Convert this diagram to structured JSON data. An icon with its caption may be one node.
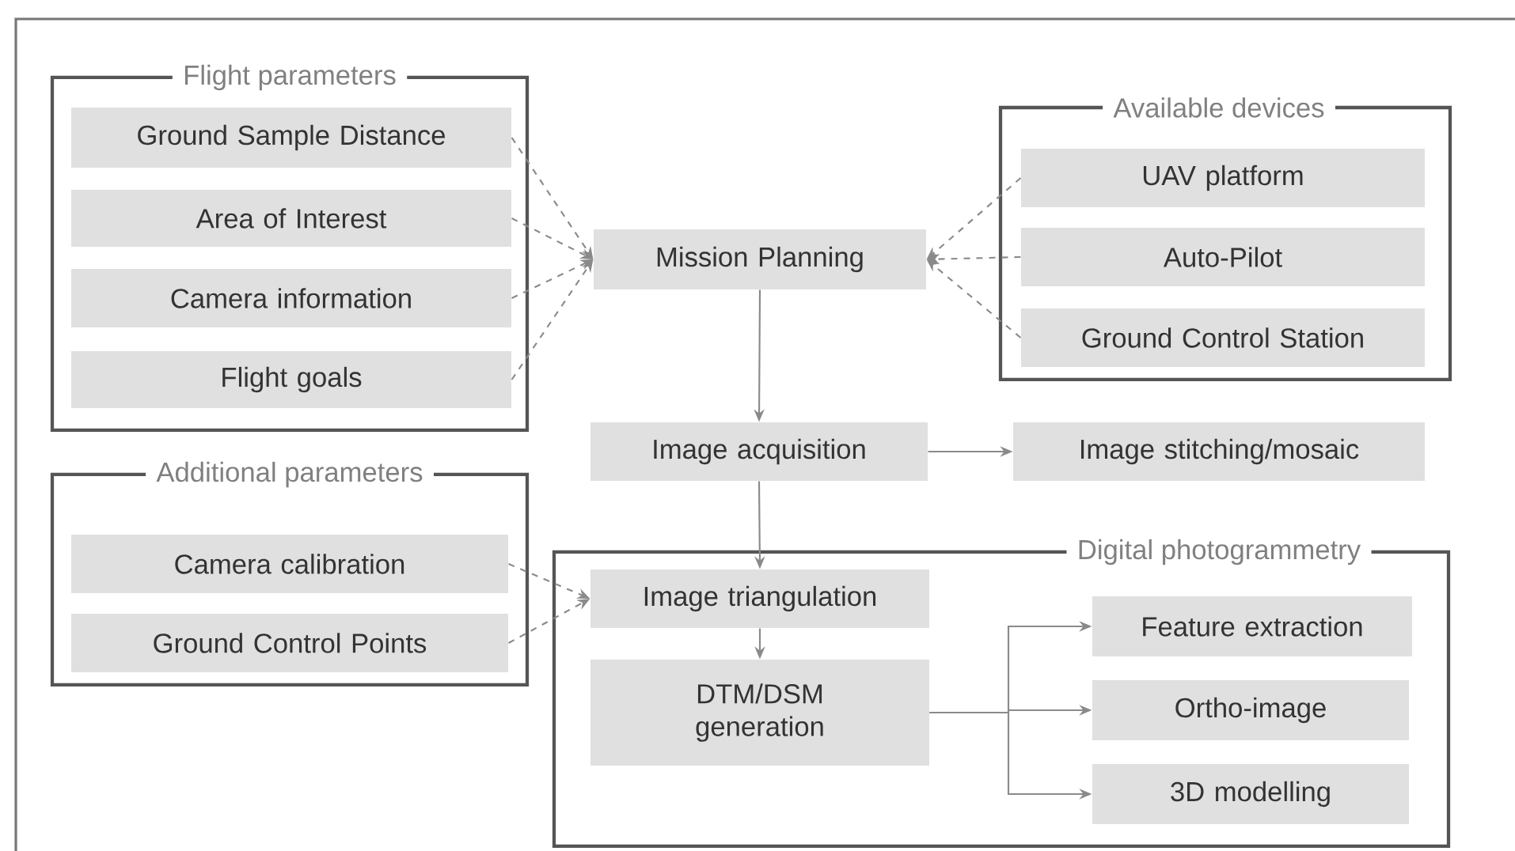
{
  "diagram": {
    "nodes": [
      {
        "text": [
          "Flight parameters"
        ]
      },
      {
        "text": [
          "Ground Sample Distance"
        ],
        "in": 0
      },
      {
        "text": [
          "Area of Interest"
        ],
        "in": 0
      },
      {
        "text": [
          "Camera information"
        ],
        "in": 0
      },
      {
        "text": [
          "Flight goals"
        ],
        "in": 0
      },
      {
        "text": [
          "Available devices"
        ]
      },
      {
        "text": [
          "UAV platform"
        ],
        "in": 5
      },
      {
        "text": [
          "Auto-Pilot"
        ],
        "in": 5
      },
      {
        "text": [
          "Ground Control Station"
        ],
        "in": 5
      },
      {
        "text": [
          "Mission Planning"
        ]
      },
      {
        "text": [
          "Image acquisition"
        ]
      },
      {
        "text": [
          "Image stitching/mosaic"
        ]
      },
      {
        "text": [
          "Additional  parameters"
        ]
      },
      {
        "text": [
          "Camera calibration"
        ],
        "in": 12
      },
      {
        "text": [
          "Ground Control Points"
        ],
        "in": 12
      },
      {
        "text": [
          "Digital photogrammetry"
        ]
      },
      {
        "text": [
          "Image triangulation"
        ],
        "in": 15
      },
      {
        "text": [
          "DTM/DSM generation"
        ],
        "in": 15
      },
      {
        "text": [
          "Feature extraction"
        ],
        "in": 15
      },
      {
        "text": [
          "Ortho-image"
        ],
        "in": 15
      },
      {
        "text": [
          "3D modelling"
        ],
        "in": 15
      }
    ],
    "edges": [
      {
        "from": 1,
        "to": 9,
        "arrow": "to",
        "style": "dashed"
      },
      {
        "from": 2,
        "to": 9,
        "arrow": "to",
        "style": "dashed"
      },
      {
        "from": 3,
        "to": 9,
        "arrow": "to",
        "style": "dashed"
      },
      {
        "from": 4,
        "to": 9,
        "arrow": "to",
        "style": "dashed"
      },
      {
        "from": 6,
        "to": 9,
        "arrow": "to",
        "style": "dashed"
      },
      {
        "from": 7,
        "to": 9,
        "arrow": "to",
        "style": "dashed"
      },
      {
        "from": 8,
        "to": 9,
        "arrow": "to",
        "style": "dashed"
      },
      {
        "from": 9,
        "to": 10,
        "arrow": "to"
      },
      {
        "from": 10,
        "to": 11,
        "arrow": "to"
      },
      {
        "from": 10,
        "to": 16,
        "arrow": "to"
      },
      {
        "from": 13,
        "to": 16,
        "arrow": "to",
        "style": "dashed"
      },
      {
        "from": 14,
        "to": 16,
        "arrow": "to",
        "style": "dashed"
      },
      {
        "from": 16,
        "to": 17,
        "arrow": "to"
      },
      {
        "from": 17,
        "to": 18,
        "arrow": "to"
      },
      {
        "from": 17,
        "to": 19,
        "arrow": "to"
      },
      {
        "from": 17,
        "to": 20,
        "arrow": "to"
      }
    ]
  }
}
